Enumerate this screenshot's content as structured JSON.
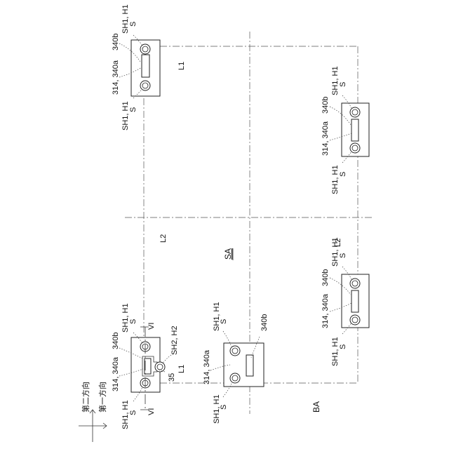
{
  "labels": {
    "sa": "SA",
    "ba": "BA",
    "l1_top": "L1",
    "l1_bottom": "L1",
    "l2_left": "L2",
    "l2_right": "L2",
    "sh1h1": "SH1, H1",
    "s": "S",
    "ref_340b": "340b",
    "ref_314_340a": "314, 340a",
    "sh2h2": "SH2, H2",
    "ref_35": "35",
    "vi": "VI",
    "dir_first": "第一方向",
    "dir_second": "第二方向"
  },
  "colors": {
    "line": "#333333",
    "background": "#ffffff"
  }
}
